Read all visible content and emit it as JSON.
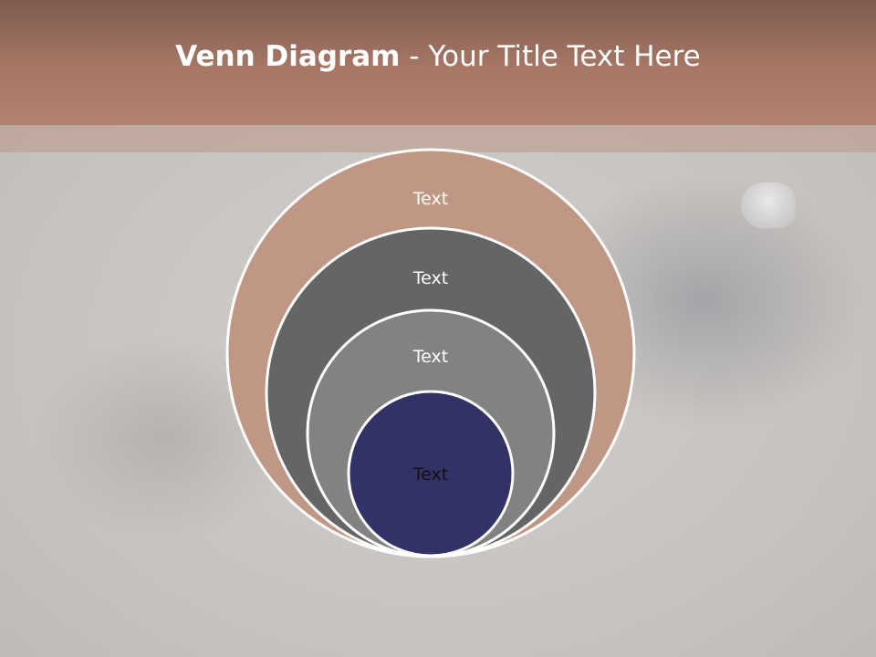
{
  "title": {
    "bold": "Venn Diagram",
    "rest": " - Your Title Text Here"
  },
  "circles": [
    {
      "label": "Text",
      "fill": "#c09785",
      "text_color": "#ffffff"
    },
    {
      "label": "Text",
      "fill": "#656565",
      "text_color": "#ffffff"
    },
    {
      "label": "Text",
      "fill": "#828282",
      "text_color": "#ffffff"
    },
    {
      "label": "Text",
      "fill": "#333266",
      "text_color": "#111111"
    }
  ],
  "colors": {
    "header": "#a77766",
    "circle_outline": "#ffffff"
  }
}
